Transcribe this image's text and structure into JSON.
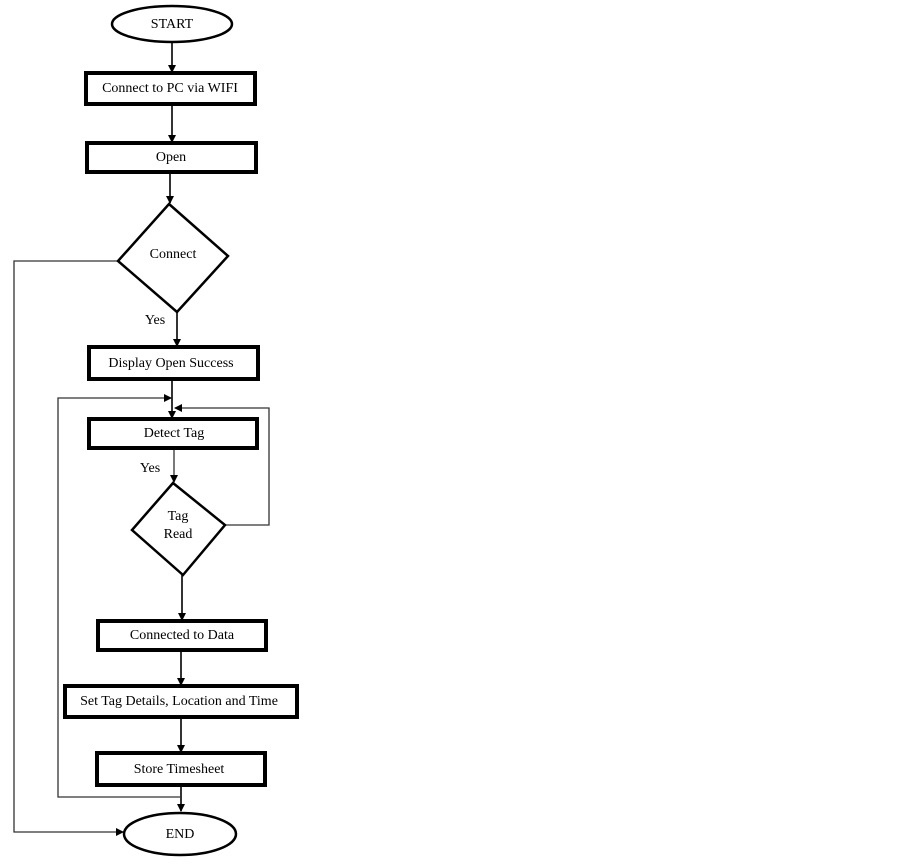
{
  "nodes": {
    "start": "START",
    "connect_pc": "Connect to PC via WIFI",
    "open": "Open",
    "connect": "Connect",
    "display_success": "Display Open Success",
    "detect_tag": "Detect Tag",
    "tag_read_line1": "Tag",
    "tag_read_line2": "Read",
    "connected_data": "Connected to Data",
    "set_details": "Set Tag Details, Location and Time",
    "store_timesheet": "Store Timesheet",
    "end": "END"
  },
  "labels": {
    "yes_connect": "Yes",
    "yes_detect": "Yes"
  }
}
